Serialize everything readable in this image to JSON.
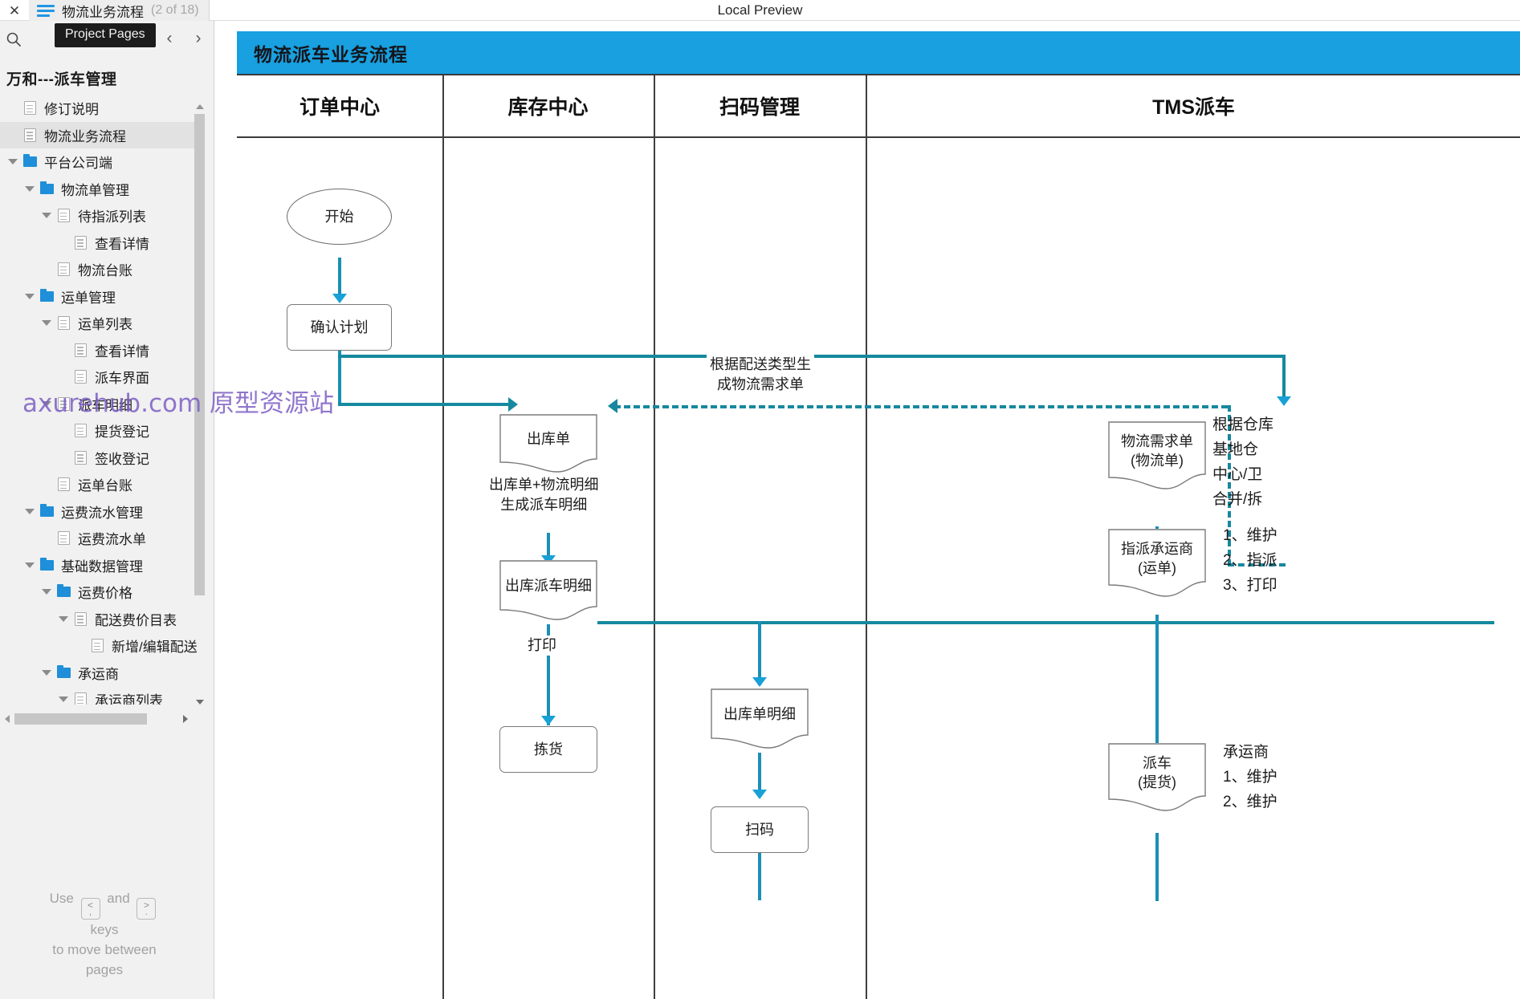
{
  "topbar": {
    "close_label": "✕",
    "tab_title": "物流业务流程",
    "tab_count": "(2 of 18)",
    "preview_label": "Local Preview",
    "tooltip": "Project Pages"
  },
  "sidebar": {
    "search_icon": "search-icon",
    "prev_label": "‹",
    "next_label": "›",
    "project_title": "万和---派车管理",
    "tree": [
      {
        "label": "修订说明",
        "depth": 0,
        "icon": "page",
        "caret": false,
        "selected": false
      },
      {
        "label": "物流业务流程",
        "depth": 0,
        "icon": "page",
        "caret": false,
        "selected": true
      },
      {
        "label": "平台公司端",
        "depth": 0,
        "icon": "folder",
        "caret": true,
        "selected": false
      },
      {
        "label": "物流单管理",
        "depth": 1,
        "icon": "folder",
        "caret": true,
        "selected": false
      },
      {
        "label": "待指派列表",
        "depth": 2,
        "icon": "page",
        "caret": true,
        "selected": false
      },
      {
        "label": "查看详情",
        "depth": 3,
        "icon": "page",
        "caret": false,
        "selected": false
      },
      {
        "label": "物流台账",
        "depth": 2,
        "icon": "page",
        "caret": false,
        "selected": false
      },
      {
        "label": "运单管理",
        "depth": 1,
        "icon": "folder",
        "caret": true,
        "selected": false
      },
      {
        "label": "运单列表",
        "depth": 2,
        "icon": "page",
        "caret": true,
        "selected": false
      },
      {
        "label": "查看详情",
        "depth": 3,
        "icon": "page",
        "caret": false,
        "selected": false
      },
      {
        "label": "派车界面",
        "depth": 3,
        "icon": "page",
        "caret": false,
        "selected": false
      },
      {
        "label": "派车明细",
        "depth": 2,
        "icon": "page",
        "caret": true,
        "selected": false
      },
      {
        "label": "提货登记",
        "depth": 3,
        "icon": "page",
        "caret": false,
        "selected": false
      },
      {
        "label": "签收登记",
        "depth": 3,
        "icon": "page",
        "caret": false,
        "selected": false
      },
      {
        "label": "运单台账",
        "depth": 2,
        "icon": "page",
        "caret": false,
        "selected": false
      },
      {
        "label": "运费流水管理",
        "depth": 1,
        "icon": "folder",
        "caret": true,
        "selected": false
      },
      {
        "label": "运费流水单",
        "depth": 2,
        "icon": "page",
        "caret": false,
        "selected": false
      },
      {
        "label": "基础数据管理",
        "depth": 1,
        "icon": "folder",
        "caret": true,
        "selected": false
      },
      {
        "label": "运费价格",
        "depth": 2,
        "icon": "folder",
        "caret": true,
        "selected": false
      },
      {
        "label": "配送费价目表",
        "depth": 3,
        "icon": "page",
        "caret": true,
        "selected": false
      },
      {
        "label": "新增/编辑配送",
        "depth": 4,
        "icon": "page",
        "caret": false,
        "selected": false
      },
      {
        "label": "承运商",
        "depth": 2,
        "icon": "folder",
        "caret": true,
        "selected": false
      },
      {
        "label": "承运商列表",
        "depth": 3,
        "icon": "page",
        "caret": true,
        "selected": false
      }
    ],
    "hint": {
      "use": "Use",
      "key_prev_top": "<",
      "key_prev_bot": ",",
      "and": "and",
      "key_next_top": ">",
      "key_next_bot": ".",
      "line2": "keys",
      "line3": "to move between",
      "line4": "pages"
    }
  },
  "watermark": {
    "latin": "axurehub.com",
    "cn": "原型资源站"
  },
  "flow": {
    "title": "物流派车业务流程",
    "title_bg": "#18a0e0",
    "lanes": [
      {
        "label": "订单中心"
      },
      {
        "label": "库存中心"
      },
      {
        "label": "扫码管理"
      },
      {
        "label": "TMS派车"
      }
    ],
    "nodes": [
      {
        "id": "start",
        "label": "开始",
        "shape": "ellipse"
      },
      {
        "id": "confirm",
        "label": "确认计划",
        "shape": "rect"
      },
      {
        "id": "outbound",
        "label": "出库单",
        "shape": "doc"
      },
      {
        "id": "dispatch",
        "label": "出库派车明细",
        "shape": "doc"
      },
      {
        "id": "pick",
        "label": "拣货",
        "shape": "rect"
      },
      {
        "id": "obdetail",
        "label": "出库单明细",
        "shape": "doc"
      },
      {
        "id": "scan",
        "label": "扫码",
        "shape": "rect"
      },
      {
        "id": "demand",
        "label": "物流需求单\n(物流单)",
        "shape": "doc"
      },
      {
        "id": "assign",
        "label": "指派承运商\n(运单)",
        "shape": "doc"
      },
      {
        "id": "deploy",
        "label": "派车\n(提货)",
        "shape": "doc"
      }
    ],
    "edge_labels": [
      {
        "id": "e-demand",
        "text": "根据配送类型生\n成物流需求单"
      },
      {
        "id": "e-detail",
        "text": "出库单+物流明细\n生成派车明细"
      },
      {
        "id": "e-print",
        "text": "打印"
      }
    ],
    "side_notes": [
      {
        "id": "note-demand",
        "lines": [
          "根据仓库",
          "基地仓",
          "中心/卫",
          "合并/拆"
        ]
      },
      {
        "id": "note-assign",
        "lines": [
          "1、维护",
          "2、指派",
          "3、打印"
        ]
      },
      {
        "id": "note-deploy",
        "lines": [
          "承运商",
          "1、维护",
          "2、维护"
        ]
      }
    ]
  }
}
